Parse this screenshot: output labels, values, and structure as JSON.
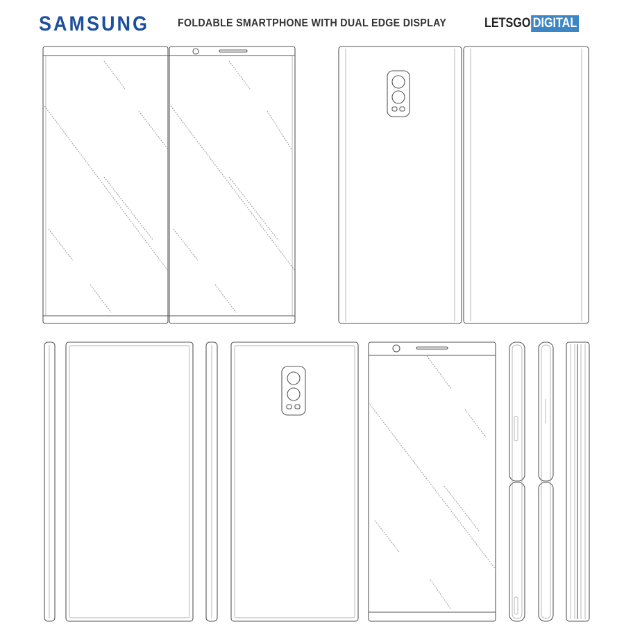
{
  "header": {
    "brand": "SAMSUNG",
    "title": "FOLDABLE SMARTPHONE WITH DUAL EDGE DISPLAY",
    "logo_part1": "LETSGO",
    "logo_part2": "DIGITAL"
  },
  "colors": {
    "brand": "#1c4f9c",
    "logo_accent": "#3d86c6",
    "line": "#555555"
  }
}
